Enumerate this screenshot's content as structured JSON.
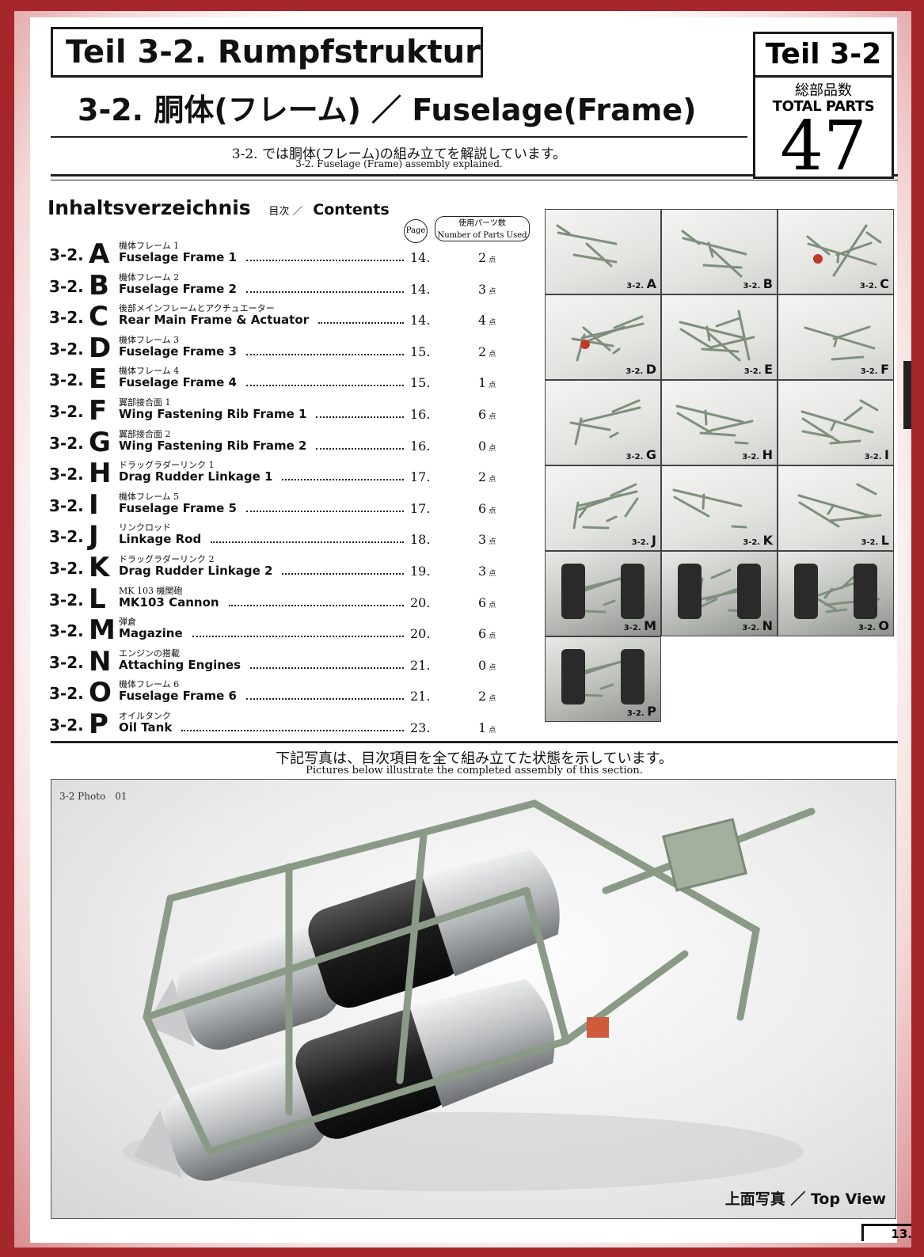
{
  "header": {
    "teil_title": "Teil 3-2.  Rumpfstruktur",
    "subtitle": "3-2.  胴体(フレーム) ／ Fuselage(Frame)",
    "intro_jp": "3-2. では胴体(フレーム)の組み立てを解説しています。",
    "intro_en": "3-2. Fuselage (Frame) assembly explained."
  },
  "parts_box": {
    "teil": "Teil 3-2",
    "label_jp": "総部品数",
    "label_en": "TOTAL PARTS",
    "count": "47"
  },
  "contents": {
    "heading": "Inhaltsverzeichnis",
    "heading_jp": "目次 ／",
    "heading_en": "Contents",
    "page_label": "Page",
    "parts_used_jp": "使用パーツ数",
    "parts_used_en": "Number of Parts Used",
    "unit": "点",
    "items": [
      {
        "code": "3-2.",
        "letter": "A",
        "jp": "機体フレーム 1",
        "en": "Fuselage Frame 1",
        "page": "14.",
        "parts": "2"
      },
      {
        "code": "3-2.",
        "letter": "B",
        "jp": "機体フレーム 2",
        "en": "Fuselage Frame 2",
        "page": "14.",
        "parts": "3"
      },
      {
        "code": "3-2.",
        "letter": "C",
        "jp": "後部メインフレームとアクチュエーター",
        "en": "Rear Main Frame & Actuator",
        "page": "14.",
        "parts": "4"
      },
      {
        "code": "3-2.",
        "letter": "D",
        "jp": "機体フレーム 3",
        "en": "Fuselage Frame 3",
        "page": "15.",
        "parts": "2"
      },
      {
        "code": "3-2.",
        "letter": "E",
        "jp": "機体フレーム 4",
        "en": "Fuselage Frame 4",
        "page": "15.",
        "parts": "1"
      },
      {
        "code": "3-2.",
        "letter": "F",
        "jp": "翼部接合面 1",
        "en": "Wing Fastening Rib Frame 1",
        "page": "16.",
        "parts": "6"
      },
      {
        "code": "3-2.",
        "letter": "G",
        "jp": "翼部接合面 2",
        "en": "Wing Fastening Rib Frame 2",
        "page": "16.",
        "parts": "0"
      },
      {
        "code": "3-2.",
        "letter": "H",
        "jp": "ドラッグラダーリンク 1",
        "en": "Drag Rudder Linkage 1",
        "page": "17.",
        "parts": "2"
      },
      {
        "code": "3-2.",
        "letter": "I",
        "jp": "機体フレーム 5",
        "en": "Fuselage Frame 5",
        "page": "17.",
        "parts": "6"
      },
      {
        "code": "3-2.",
        "letter": "J",
        "jp": "リンクロッド",
        "en": "Linkage Rod",
        "page": "18.",
        "parts": "3"
      },
      {
        "code": "3-2.",
        "letter": "K",
        "jp": "ドラッグラダーリンク 2",
        "en": "Drag Rudder Linkage 2",
        "page": "19.",
        "parts": "3"
      },
      {
        "code": "3-2.",
        "letter": "L",
        "jp": "MK 103 機関砲",
        "en": "MK103 Cannon",
        "page": "20.",
        "parts": "6"
      },
      {
        "code": "3-2.",
        "letter": "M",
        "jp": "弾倉",
        "en": "Magazine",
        "page": "20.",
        "parts": "6"
      },
      {
        "code": "3-2.",
        "letter": "N",
        "jp": "エンジンの搭載",
        "en": "Attaching Engines",
        "page": "21.",
        "parts": "0"
      },
      {
        "code": "3-2.",
        "letter": "O",
        "jp": "機体フレーム 6",
        "en": "Fuselage Frame 6",
        "page": "21.",
        "parts": "2"
      },
      {
        "code": "3-2.",
        "letter": "P",
        "jp": "オイルタンク",
        "en": "Oil Tank",
        "page": "23.",
        "parts": "1"
      }
    ]
  },
  "thumbnails": [
    {
      "prefix": "3-2.",
      "letter": "A"
    },
    {
      "prefix": "3-2.",
      "letter": "B"
    },
    {
      "prefix": "3-2.",
      "letter": "C"
    },
    {
      "prefix": "3-2.",
      "letter": "D"
    },
    {
      "prefix": "3-2.",
      "letter": "E"
    },
    {
      "prefix": "3-2.",
      "letter": "F"
    },
    {
      "prefix": "3-2.",
      "letter": "G"
    },
    {
      "prefix": "3-2.",
      "letter": "H"
    },
    {
      "prefix": "3-2.",
      "letter": "I"
    },
    {
      "prefix": "3-2.",
      "letter": "J"
    },
    {
      "prefix": "3-2.",
      "letter": "K"
    },
    {
      "prefix": "3-2.",
      "letter": "L"
    },
    {
      "prefix": "3-2.",
      "letter": "M"
    },
    {
      "prefix": "3-2.",
      "letter": "N"
    },
    {
      "prefix": "3-2.",
      "letter": "O"
    },
    {
      "prefix": "3-2.",
      "letter": "P"
    }
  ],
  "photo": {
    "intro_jp": "下記写真は、目次項目を全て組み立てた状態を示しています。",
    "intro_en": "Pictures below illustrate the completed assembly of this section.",
    "caption": "3-2 Photo　01",
    "view_label": "上面写真 ／ Top View"
  },
  "page_number": "13."
}
